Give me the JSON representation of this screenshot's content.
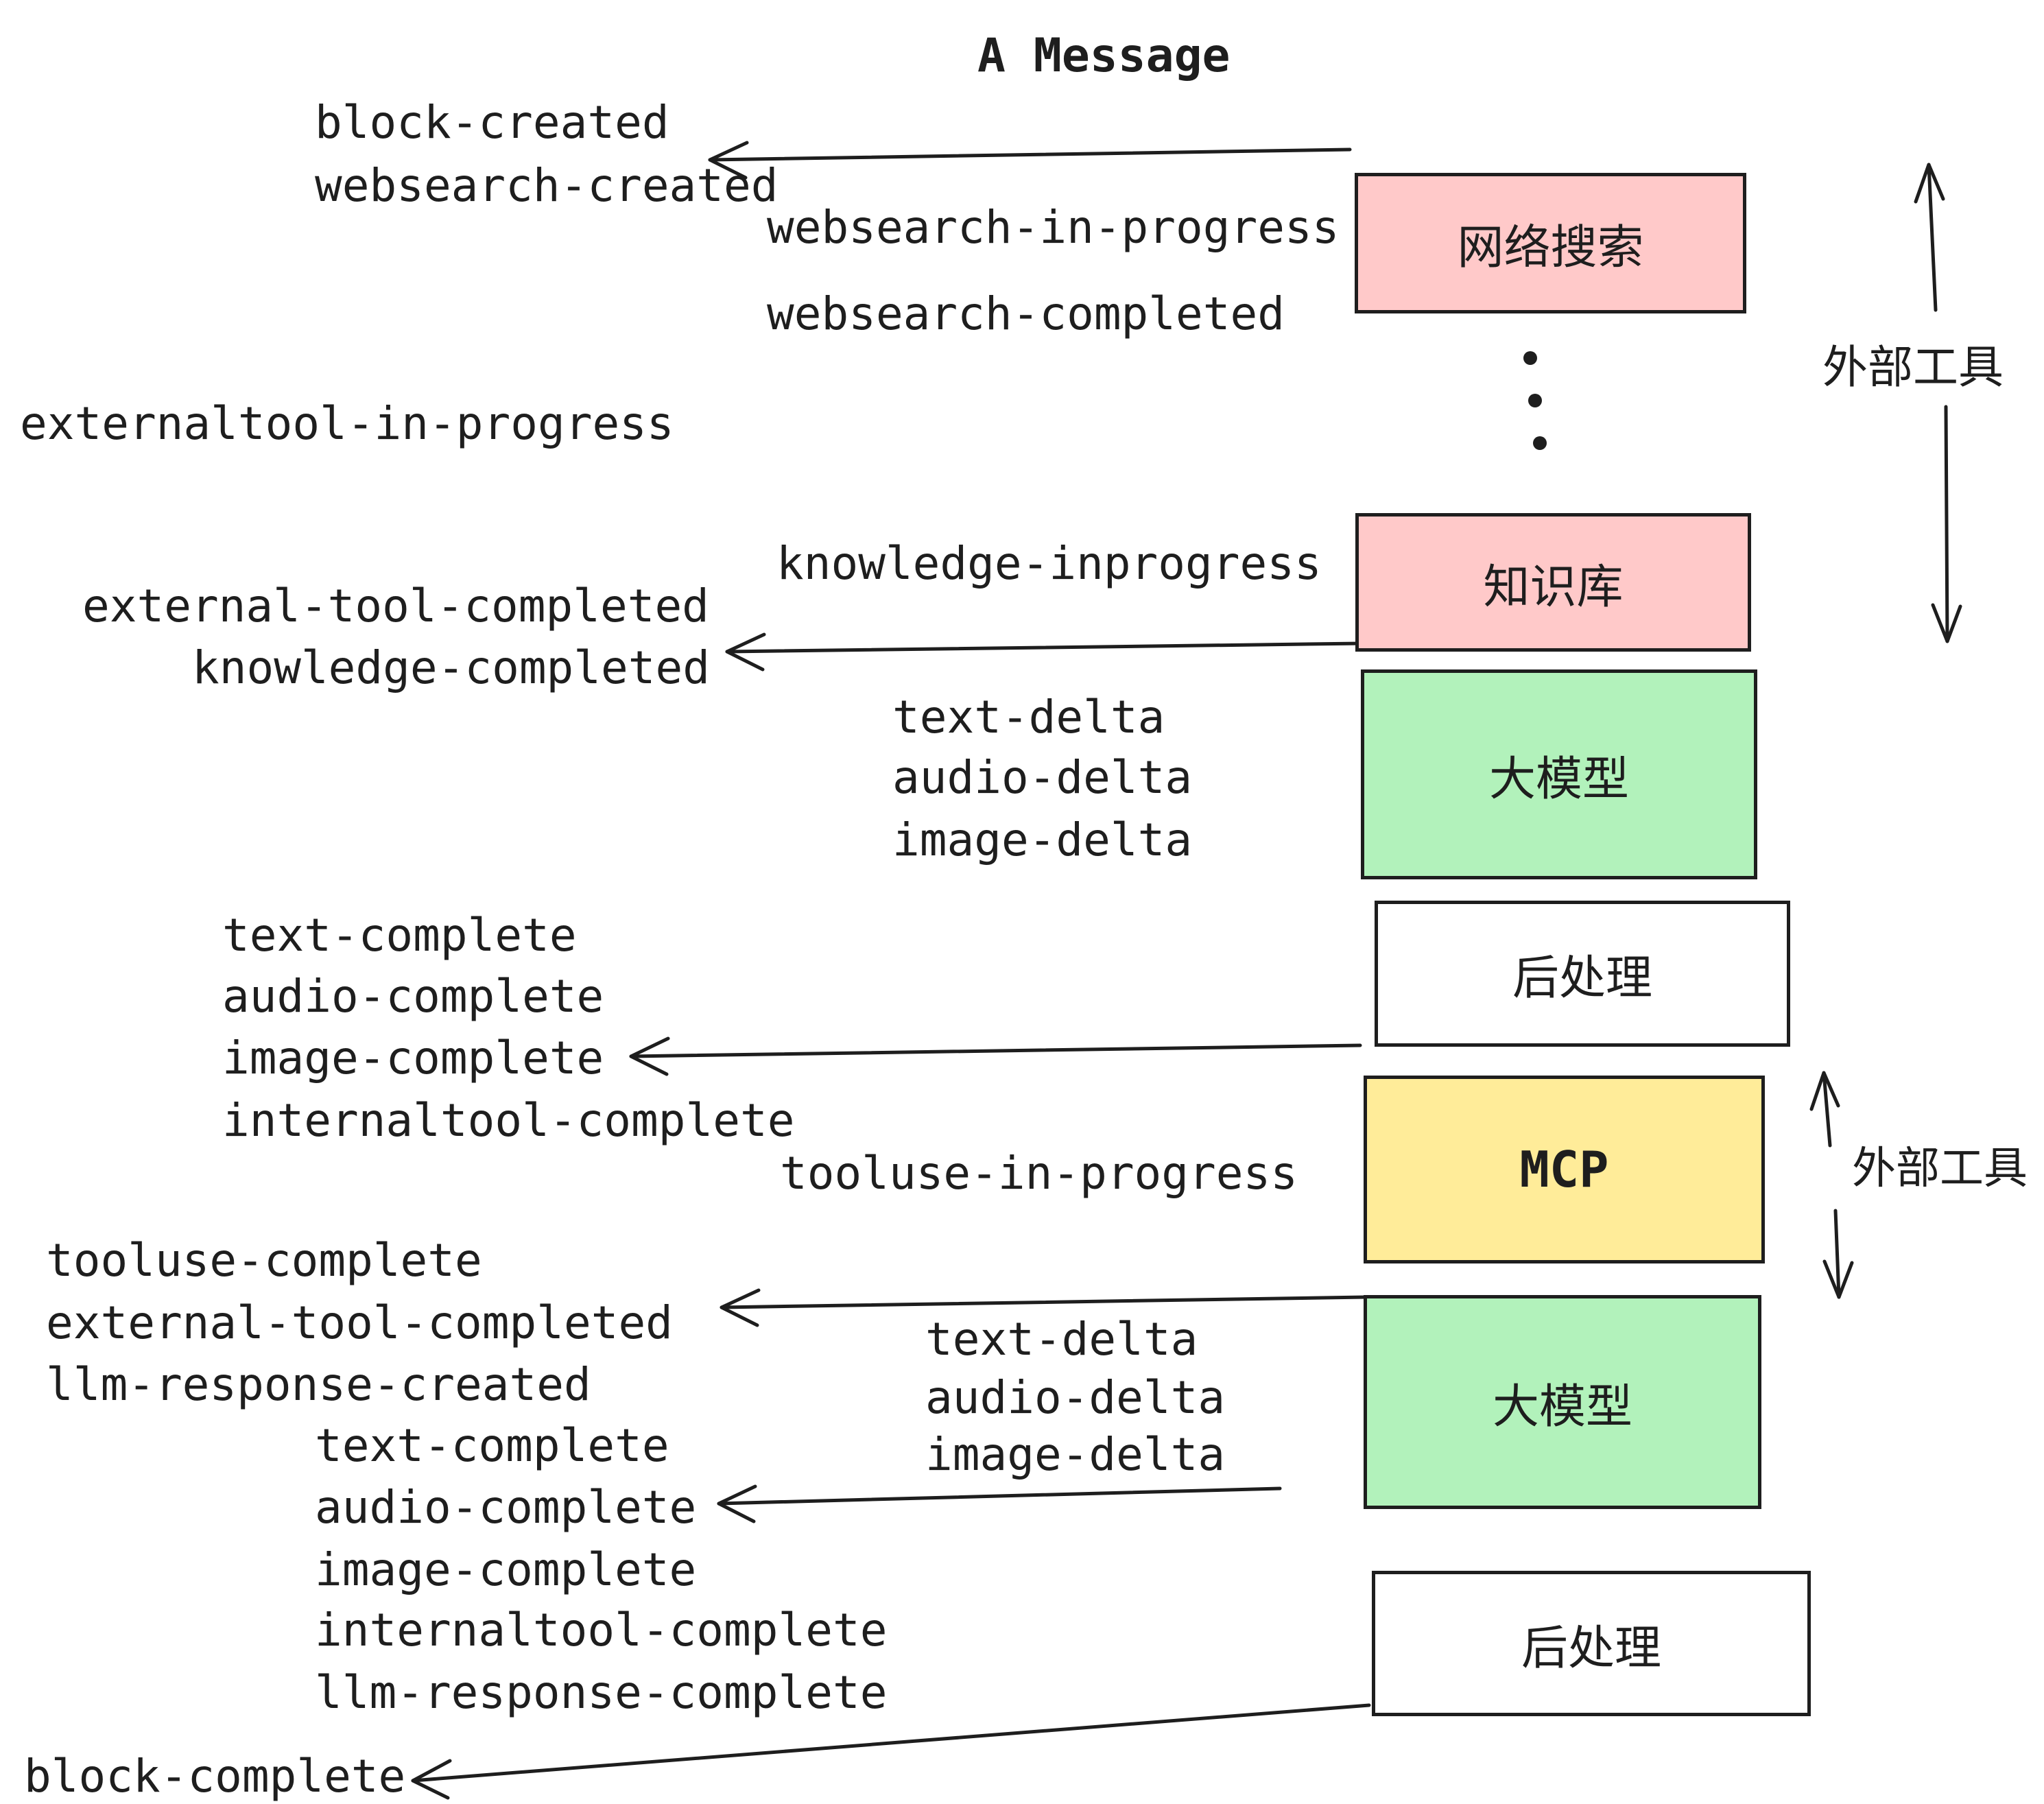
{
  "title": "A Message",
  "colors": {
    "background": "#ffffff",
    "ink": "#1e1e1e",
    "box_pink": "#ffc9c9",
    "box_green": "#b2f2bb",
    "box_yellow": "#ffec99",
    "box_white": "#ffffff"
  },
  "boxes": [
    {
      "label": "网络搜索",
      "fill": "pink"
    },
    {
      "label": "知识库",
      "fill": "pink"
    },
    {
      "label": "大模型",
      "fill": "green"
    },
    {
      "label": "后处理",
      "fill": "white"
    },
    {
      "label": "MCP",
      "fill": "yellow"
    },
    {
      "label": "大模型",
      "fill": "green"
    },
    {
      "label": "后处理",
      "fill": "white"
    }
  ],
  "annotations": [
    {
      "label": "外部工具"
    },
    {
      "label": "外部工具"
    }
  ],
  "events": [
    {
      "text": "block-created"
    },
    {
      "text": "websearch-created"
    },
    {
      "text": "websearch-in-progress"
    },
    {
      "text": "websearch-completed"
    },
    {
      "text": "externaltool-in-progress"
    },
    {
      "text": "knowledge-inprogress"
    },
    {
      "text": "external-tool-completed"
    },
    {
      "text": "knowledge-completed"
    },
    {
      "text": "text-delta"
    },
    {
      "text": "audio-delta"
    },
    {
      "text": "image-delta"
    },
    {
      "text": "text-complete"
    },
    {
      "text": "audio-complete"
    },
    {
      "text": "image-complete"
    },
    {
      "text": "internaltool-complete"
    },
    {
      "text": "tooluse-in-progress"
    },
    {
      "text": "tooluse-complete"
    },
    {
      "text": "external-tool-completed"
    },
    {
      "text": "llm-response-created"
    },
    {
      "text": "text-delta"
    },
    {
      "text": "audio-delta"
    },
    {
      "text": "image-delta"
    },
    {
      "text": "text-complete"
    },
    {
      "text": "audio-complete"
    },
    {
      "text": "image-complete"
    },
    {
      "text": "internaltool-complete"
    },
    {
      "text": "llm-response-complete"
    },
    {
      "text": "block-complete"
    }
  ]
}
